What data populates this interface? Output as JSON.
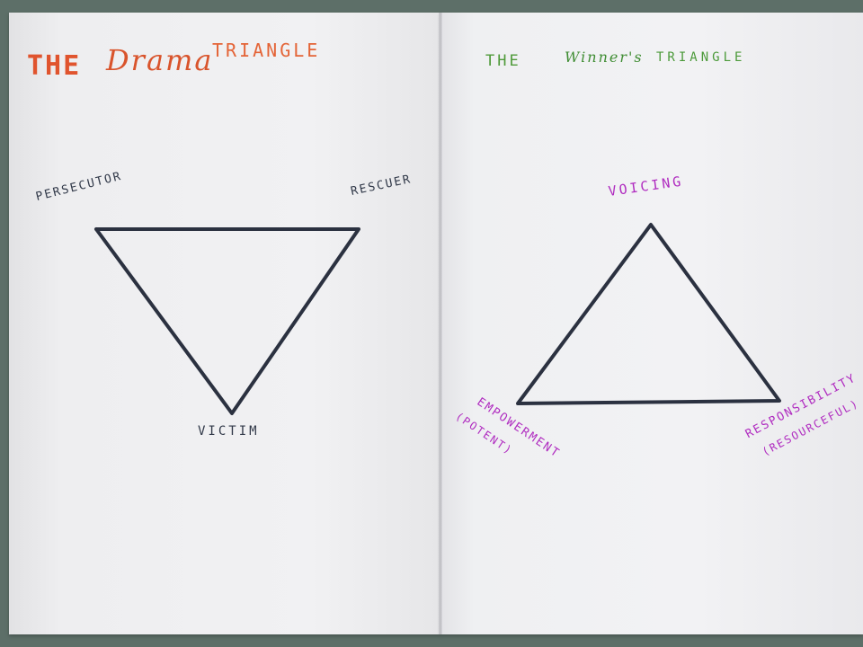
{
  "drama": {
    "title_the": "THE",
    "title_drama": "Drama",
    "title_triangle": "TRIANGLE",
    "persecutor": "PERSECUTOR",
    "rescuer": "RESCUER",
    "victim": "VICTIM"
  },
  "winners": {
    "title_the": "THE",
    "title_winners": "Winner's",
    "title_triangle": "TRIANGLE",
    "voicing": "VOICING",
    "empowerment": "EMPOWERMENT",
    "potent": "(POTENT)",
    "responsibility": "RESPONSIBILITY",
    "resourceful": "(RESOURCEFUL)"
  },
  "colors": {
    "ink_dark": "#2b3140",
    "drama_title": "#e0542e",
    "winners_title": "#4c9a3a",
    "winners_labels": "#b02cc0",
    "paper": "#f1f1f3",
    "table": "#5d6f68"
  }
}
